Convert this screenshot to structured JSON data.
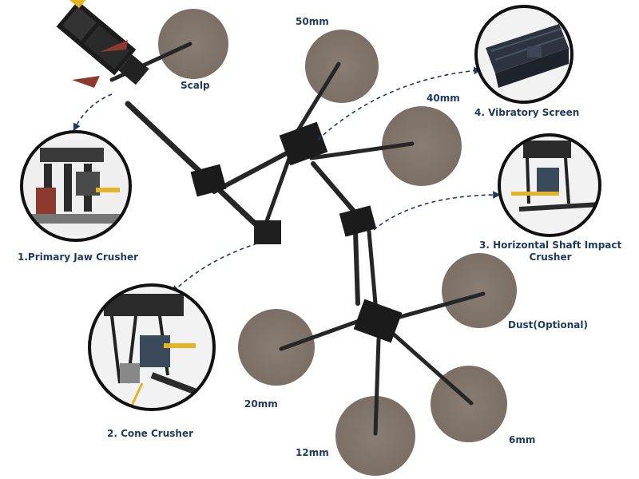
{
  "colors": {
    "label": "#1f3a5f",
    "pile": "#8b7e74",
    "pile_dark": "#6f635a",
    "machine": "#1b1b1b",
    "conveyor": "#2a2a2a",
    "callout_line": "#1f3a5f",
    "circle_border": "#111111",
    "accent_yellow": "#e3b425",
    "accent_red": "#8c3a2e"
  },
  "piles": [
    {
      "id": "scalp",
      "label": "Scalp"
    },
    {
      "id": "50mm",
      "label": "50mm"
    },
    {
      "id": "40mm",
      "label": "40mm"
    },
    {
      "id": "dust",
      "label": "Dust(Optional)"
    },
    {
      "id": "20mm",
      "label": "20mm"
    },
    {
      "id": "12mm",
      "label": "12mm"
    },
    {
      "id": "6mm",
      "label": "6mm"
    }
  ],
  "equipment": [
    {
      "id": "jaw",
      "label": "1.Primary Jaw Crusher",
      "icon": "jaw-crusher-photo"
    },
    {
      "id": "cone",
      "label": "2. Cone Crusher",
      "icon": "cone-crusher-photo"
    },
    {
      "id": "hsi",
      "label_line1": "3. Horizontal Shaft Impact",
      "label_line2": "Crusher",
      "icon": "impact-crusher-photo"
    },
    {
      "id": "screen",
      "label": "4. Vibratory Screen",
      "icon": "vibrating-screen-photo"
    }
  ]
}
